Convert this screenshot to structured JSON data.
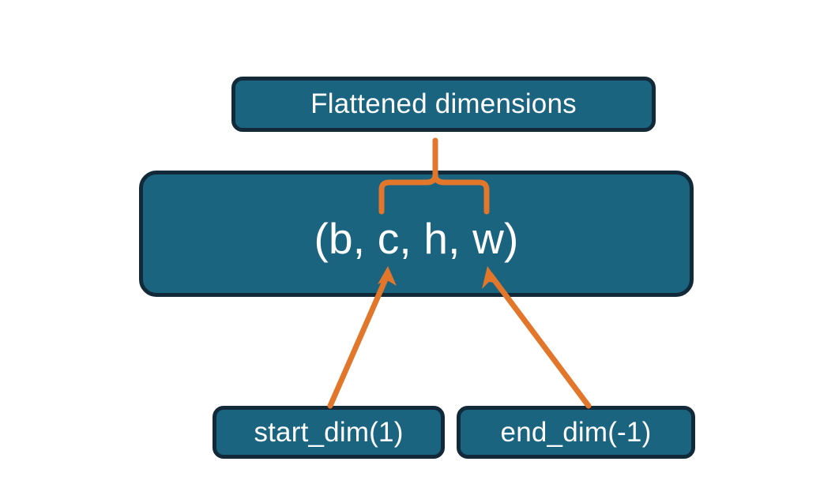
{
  "diagram": {
    "title_node": {
      "label": "Flattened dimensions"
    },
    "shape_node": {
      "label": "(b, c, h, w)"
    },
    "start_dim_node": {
      "label": "start_dim(1)"
    },
    "end_dim_node": {
      "label": "end_dim(-1)"
    },
    "connectors": {
      "brace_label": "curly-brace-over-c-h-w",
      "start_dim_arrow_label": "arrow-start-dim-to-c",
      "end_dim_arrow_label": "arrow-end-dim-to-w"
    },
    "colors": {
      "node_fill": "#1B6480",
      "node_border": "#12293A",
      "node_text": "#FFFFFF",
      "connector": "#E2762B",
      "background": "#FFFFFF"
    }
  }
}
